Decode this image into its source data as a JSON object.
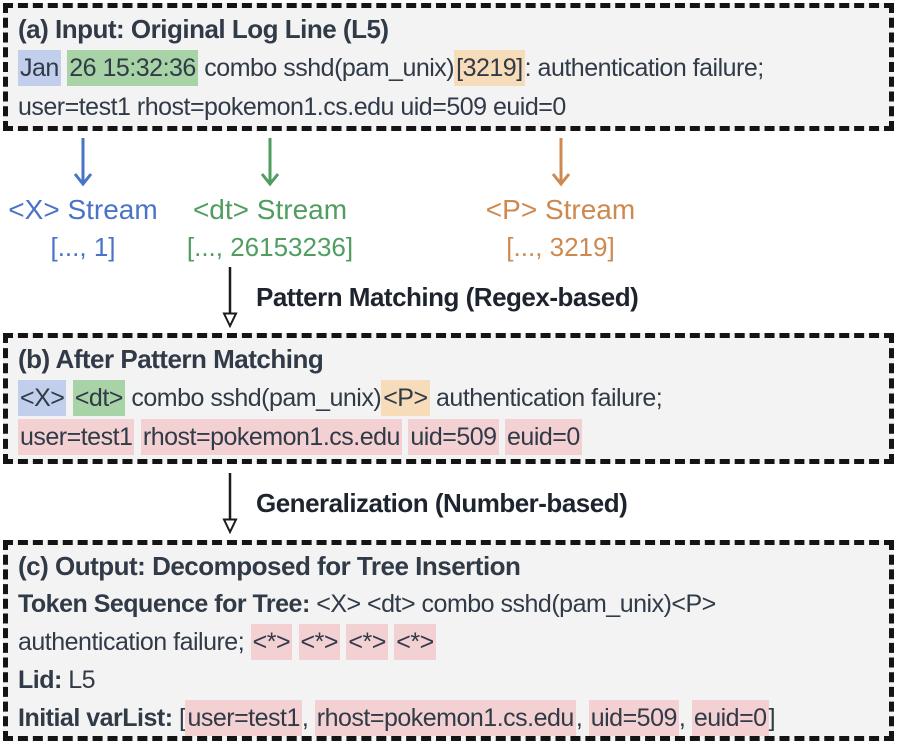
{
  "colors": {
    "panel_bg": "#f3f3f3",
    "panel_border": "#141414",
    "text": "#313a47",
    "hl_blue": "#c2cfec",
    "hl_green": "#a7d3a7",
    "hl_orange": "#f7dcba",
    "hl_pink": "#f3d1d3",
    "stream_blue": "#4a73c8",
    "stream_green": "#4f9e60",
    "stream_orange": "#cd8950"
  },
  "panel_a": {
    "title": "(a) Input: Original Log Line (L5)",
    "lines": [
      [
        {
          "t": "Jan",
          "h": "blue"
        },
        {
          "t": " "
        },
        {
          "t": "26 15:32:36",
          "h": "green"
        },
        {
          "t": " combo sshd(pam_unix)"
        },
        {
          "t": "[3219]",
          "h": "orange"
        },
        {
          "t": ": authentication failure;"
        }
      ],
      [
        {
          "t": "user=test1 rhost=pokemon1.cs.edu uid=509 euid=0"
        }
      ]
    ]
  },
  "streams": [
    {
      "label": "<X> Stream",
      "value": "[..., 1]"
    },
    {
      "label": "<dt> Stream",
      "value": "[..., 26153236]"
    },
    {
      "label": "<P> Stream",
      "value": "[..., 3219]"
    }
  ],
  "steps": [
    {
      "label": "Pattern Matching (Regex-based)"
    },
    {
      "label": "Generalization (Number-based)"
    }
  ],
  "panel_b": {
    "title": "(b) After Pattern Matching",
    "lines": [
      [
        {
          "t": "<X>",
          "h": "blue"
        },
        {
          "t": " "
        },
        {
          "t": "<dt>",
          "h": "green"
        },
        {
          "t": " combo sshd(pam_unix)"
        },
        {
          "t": "<P>",
          "h": "orange"
        },
        {
          "t": " authentication failure;"
        }
      ],
      [
        {
          "t": "user=test1",
          "h": "pink"
        },
        {
          "t": " "
        },
        {
          "t": "rhost=pokemon1.cs.edu",
          "h": "pink"
        },
        {
          "t": " "
        },
        {
          "t": "uid=509",
          "h": "pink"
        },
        {
          "t": " "
        },
        {
          "t": "euid=0",
          "h": "pink"
        }
      ]
    ]
  },
  "panel_c": {
    "title": "(c) Output: Decomposed for Tree Insertion",
    "lines": [
      [
        {
          "t": "Token Sequence for Tree: ",
          "b": true
        },
        {
          "t": "<X> <dt> combo sshd(pam_unix)<P>"
        }
      ],
      [
        {
          "t": "authentication failure; "
        },
        {
          "t": "<*>",
          "h": "pink"
        },
        {
          "t": " "
        },
        {
          "t": "<*>",
          "h": "pink"
        },
        {
          "t": " "
        },
        {
          "t": "<*>",
          "h": "pink"
        },
        {
          "t": " "
        },
        {
          "t": "<*>",
          "h": "pink"
        }
      ],
      [
        {
          "t": "Lid: ",
          "b": true
        },
        {
          "t": "L5"
        }
      ],
      [
        {
          "t": "Initial varList: ",
          "b": true
        },
        {
          "t": "["
        },
        {
          "t": "user=test1",
          "h": "pink"
        },
        {
          "t": ", "
        },
        {
          "t": "rhost=pokemon1.cs.edu",
          "h": "pink"
        },
        {
          "t": ", "
        },
        {
          "t": "uid=509",
          "h": "pink"
        },
        {
          "t": ", "
        },
        {
          "t": "euid=0",
          "h": "pink"
        },
        {
          "t": "]"
        }
      ]
    ]
  }
}
